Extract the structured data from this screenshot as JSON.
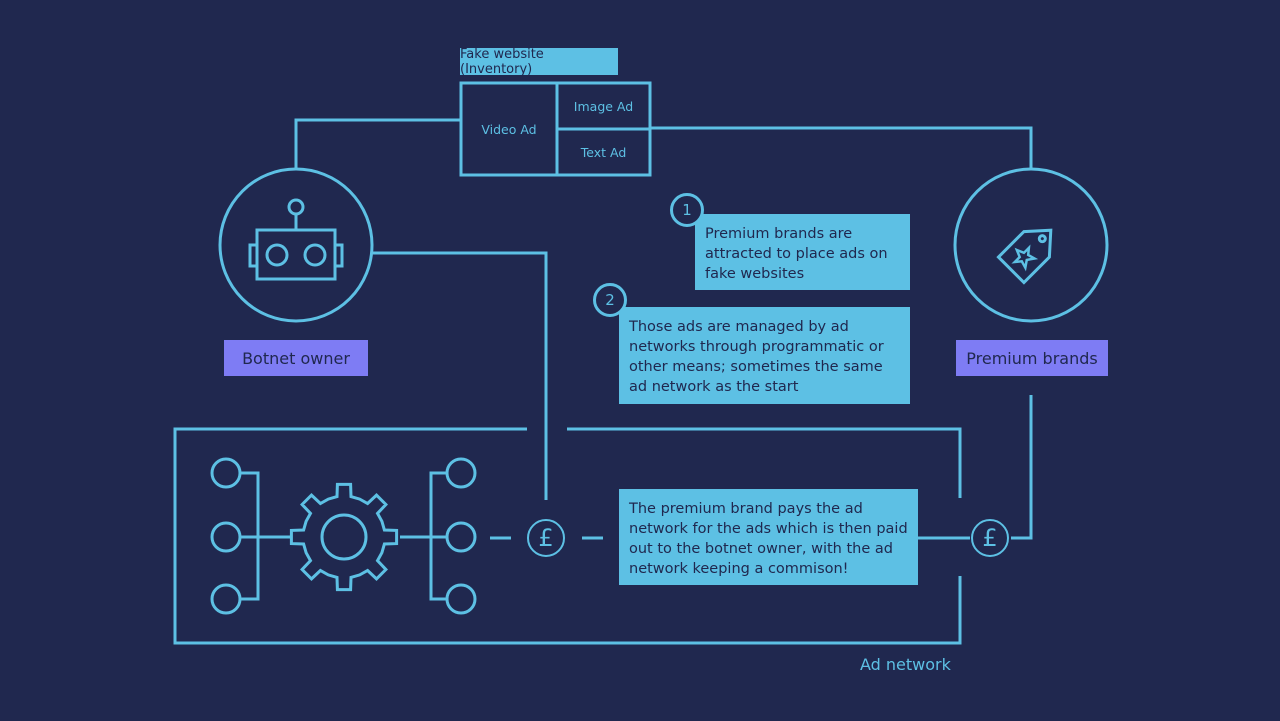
{
  "inventory": {
    "title": "Fake website (Inventory)",
    "video_ad": "Video Ad",
    "image_ad": "Image Ad",
    "text_ad": "Text Ad"
  },
  "actors": {
    "botnet_owner": "Botnet owner",
    "premium_brands": "Premium brands",
    "ad_network": "Ad network"
  },
  "steps": [
    {
      "number": "1",
      "text": "Premium brands are attracted to place ads on fake websites"
    },
    {
      "number": "2",
      "text": "Those ads are managed by ad networks through programmatic or other means; sometimes the same ad network as the start"
    }
  ],
  "payment_note": "The premium brand pays the ad network for the ads which is then paid out to the botnet owner, with the ad network keeping a commison!",
  "currency_symbol": "£",
  "colors": {
    "background": "#20284f",
    "line": "#5dc0e4",
    "tag": "#7e7cf4"
  }
}
